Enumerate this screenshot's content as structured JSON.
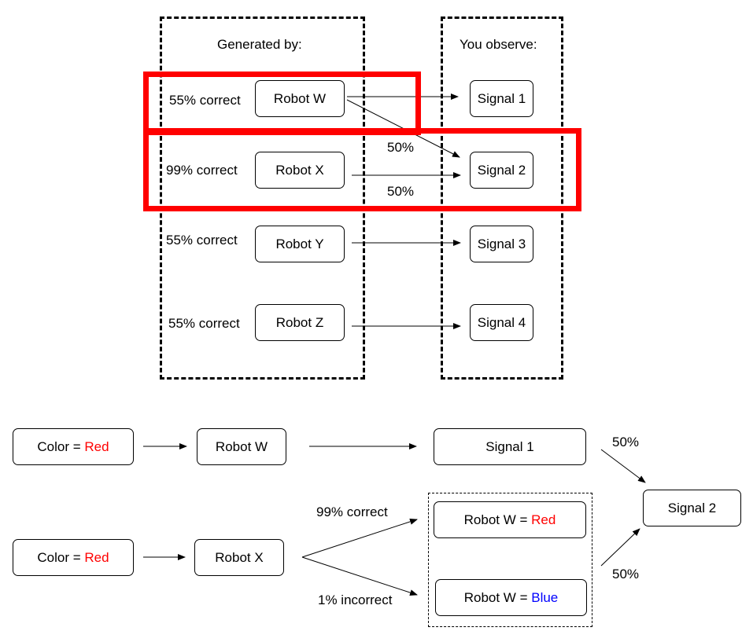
{
  "top": {
    "generated_header": "Generated by:",
    "observe_header": "You observe:",
    "robots": [
      {
        "accuracy": "55% correct",
        "name": "Robot W"
      },
      {
        "accuracy": "99% correct",
        "name": "Robot X"
      },
      {
        "accuracy": "55% correct",
        "name": "Robot Y"
      },
      {
        "accuracy": "55% correct",
        "name": "Robot Z"
      }
    ],
    "signals": [
      "Signal 1",
      "Signal 2",
      "Signal 3",
      "Signal 4"
    ],
    "edge_labels": {
      "w_to_signal2": "50%",
      "x_to_signal2": "50%"
    }
  },
  "bottom": {
    "color_prefix": "Color = ",
    "color_value": "Red",
    "robot_w": "Robot W",
    "signal_1": "Signal 1",
    "robot_x": "Robot X",
    "correct_label": "99% correct",
    "incorrect_label": "1% incorrect",
    "robot_w_prefix": "Robot W = ",
    "red_value": "Red",
    "blue_value": "Blue",
    "signal_2": "Signal 2",
    "pct_top": "50%",
    "pct_bottom": "50%"
  },
  "colors": {
    "highlight": "#ff0000",
    "red_text": "#ff0000",
    "blue_text": "#0000ff"
  }
}
